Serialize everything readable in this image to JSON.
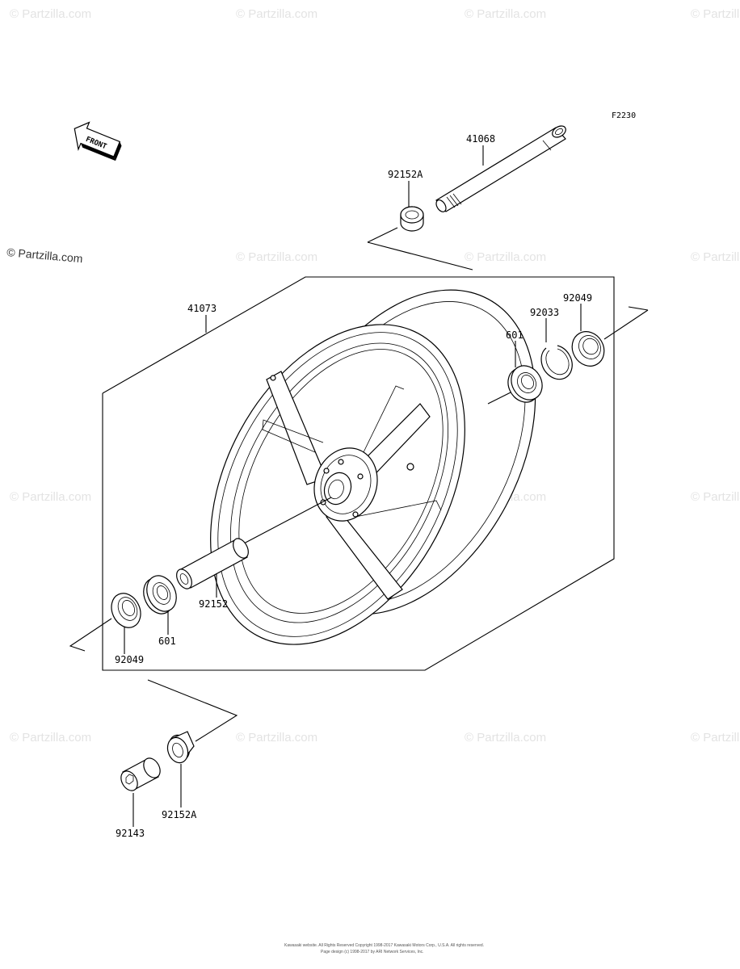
{
  "diagram": {
    "figure_code": "F2230",
    "front_arrow_label": "FRONT",
    "watermark": "© Partzilla.com",
    "copyright_line1": "Kawasaki website. All Rights Reserved Copyright 1998-2017 Kawasaki Motors Corp., U.S.A. All rights reserved.",
    "copyright_line2": "Page design (c) 1998-2017 by ARI Network Services, Inc."
  },
  "parts": {
    "axle": "41068",
    "collar_top": "92152A",
    "wheel": "41073",
    "seal_right": "92049",
    "circlip": "92033",
    "bearing_right": "601",
    "spacer": "92152",
    "seal_left": "92049",
    "bearing_left": "601",
    "collar_bottom": "92152A",
    "collar_extra": "92143"
  }
}
